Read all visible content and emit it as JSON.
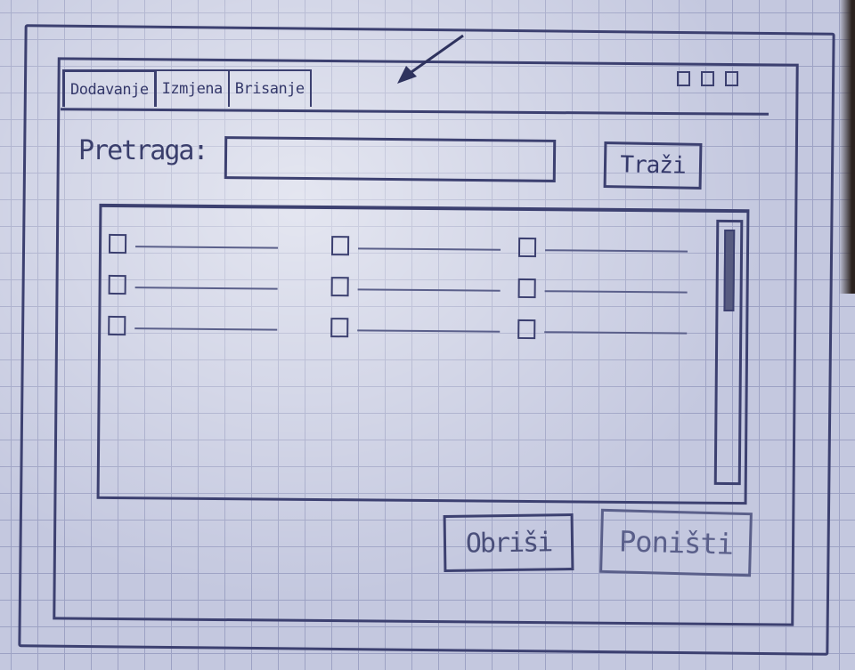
{
  "window": {
    "tabs": [
      {
        "label": "Dodavanje"
      },
      {
        "label": "Izmjena"
      },
      {
        "label": "Brisanje"
      }
    ],
    "controls": [
      "minimize-icon",
      "maximize-icon",
      "close-icon"
    ]
  },
  "search": {
    "label": "Pretraga:",
    "value": "",
    "button_label": "Traži"
  },
  "list": {
    "item_label": "~~~~~~~~~~"
  },
  "footer": {
    "delete_label": "Obriši",
    "cancel_label": "Poništi"
  },
  "colors": {
    "ink": "#3c4070",
    "paper": "#c4c8df",
    "grid": "#9da2c4"
  }
}
